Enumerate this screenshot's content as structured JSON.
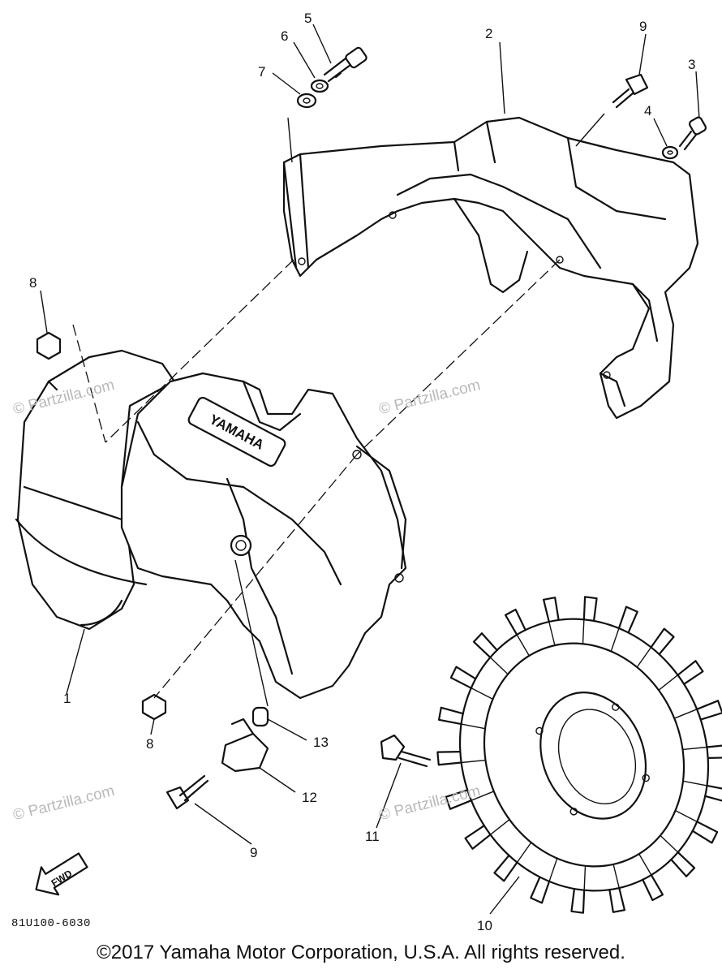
{
  "callouts": [
    "1",
    "2",
    "3",
    "4",
    "5",
    "6",
    "7",
    "8",
    "8",
    "9",
    "9",
    "10",
    "11",
    "12",
    "13"
  ],
  "brand_mark": "YAMAHA",
  "fwd_label": "FWD",
  "watermarks": [
    "© Partzilla.com",
    "© Partzilla.com",
    "© Partzilla.com",
    "© Partzilla.com"
  ],
  "diagram_code": "81U100-6030",
  "copyright": "©2017 Yamaha Motor Corporation, U.S.A. All rights reserved."
}
